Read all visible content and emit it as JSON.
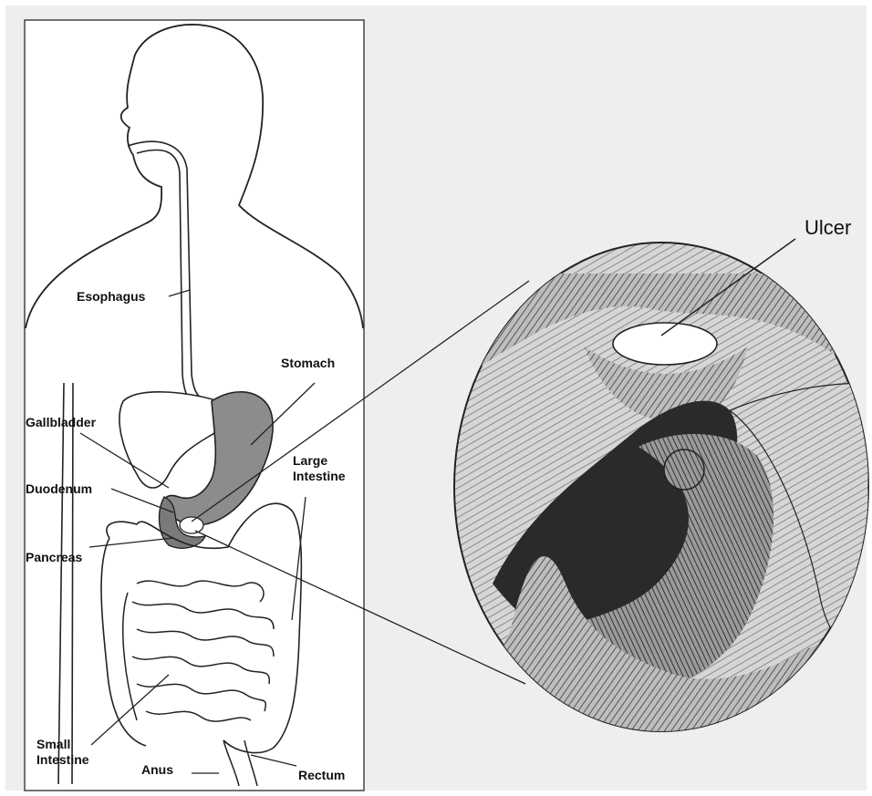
{
  "figure": {
    "labels": {
      "esophagus": "Esophagus",
      "stomach": "Stomach",
      "gallbladder": "Gallbladder",
      "duodenum": "Duodenum",
      "large_intestine_line1": "Large",
      "large_intestine_line2": "Intestine",
      "pancreas": "Pancreas",
      "small_intestine_line1": "Small",
      "small_intestine_line2": "Intestine",
      "anus": "Anus",
      "rectum": "Rectum",
      "ulcer": "Ulcer"
    },
    "colors": {
      "background": "#eeeeee",
      "panel": "#ffffff",
      "outline": "#222222",
      "stomach_fill": "#8c8c8c",
      "ulcer_fill": "#ffffff"
    }
  }
}
